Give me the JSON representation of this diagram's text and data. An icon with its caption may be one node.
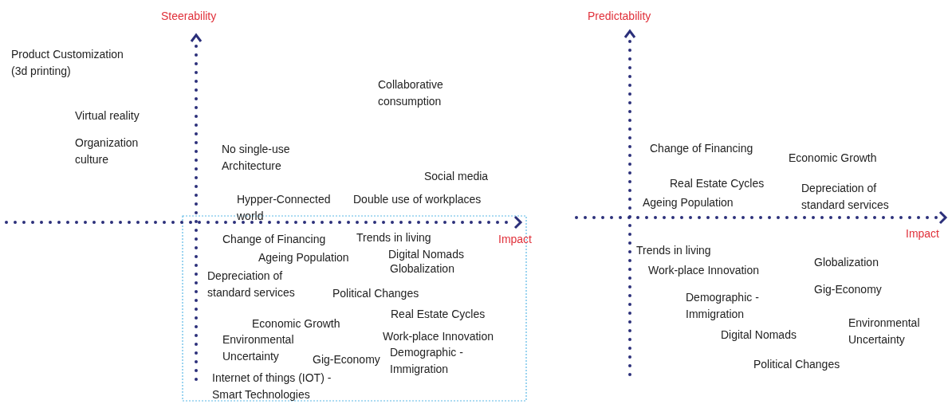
{
  "diagram": {
    "labels": [
      "Steerability",
      "Product Customization (3d printing)",
      "Collaborative consumption",
      "Virtual reality",
      "Organization culture",
      "No single-use Architecture",
      "Social media",
      "Hypper-Connected world",
      "Double use of workplaces",
      "Change of Financing",
      "Trends in living",
      "Impact",
      "Ageing Population",
      "Digital Nomads",
      "Globalization",
      "Depreciation of standard services",
      "Political Changes",
      "Real Estate Cycles",
      "Economic Growth",
      "Environmental Uncertainty",
      "Work-place Innovation",
      "Demographic - Immigration",
      "Gig-Economy",
      "Internet of things (IOT) - Smart Technologies",
      "Predictability",
      "Change of Financing",
      "Economic Growth",
      "Real Estate Cycles",
      "Ageing Population",
      "Depreciation of standard services",
      "Impact",
      "Trends in living",
      "Work-place Innovation",
      "Globalization",
      "Gig-Economy",
      "Demographic - Immigration",
      "Digital Nomads",
      "Environmental Uncertainty",
      "Political Changes"
    ]
  }
}
